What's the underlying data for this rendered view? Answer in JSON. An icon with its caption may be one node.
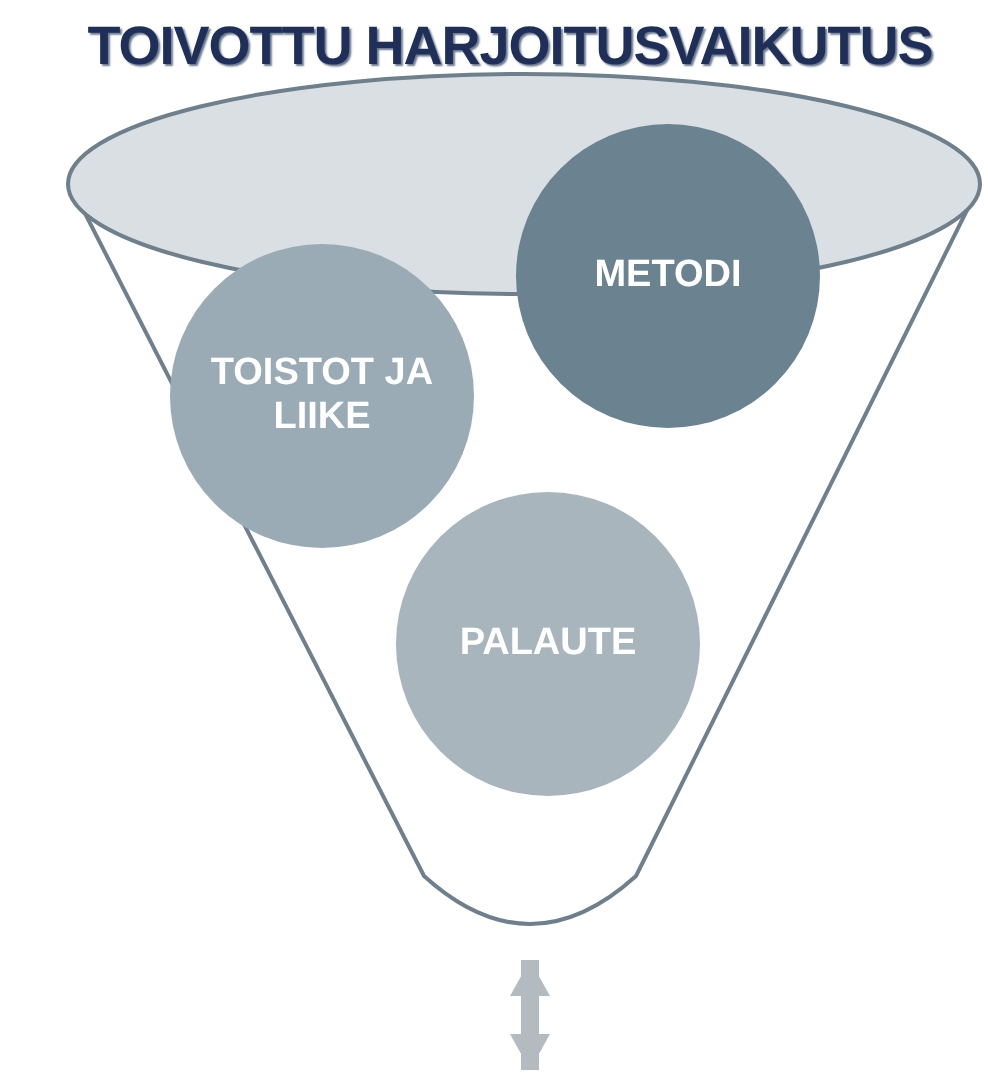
{
  "diagram": {
    "nodes": [
      {
        "text": [
          "TOIVOTTU HARJOITUSVAIKUTUS"
        ]
      },
      {
        "text": [
          "TOISTOT JA LIIKE"
        ],
        "in": 0
      },
      {
        "text": [
          "METODI"
        ],
        "in": 0
      },
      {
        "text": [
          "PALAUTE"
        ],
        "in": 0
      }
    ]
  }
}
